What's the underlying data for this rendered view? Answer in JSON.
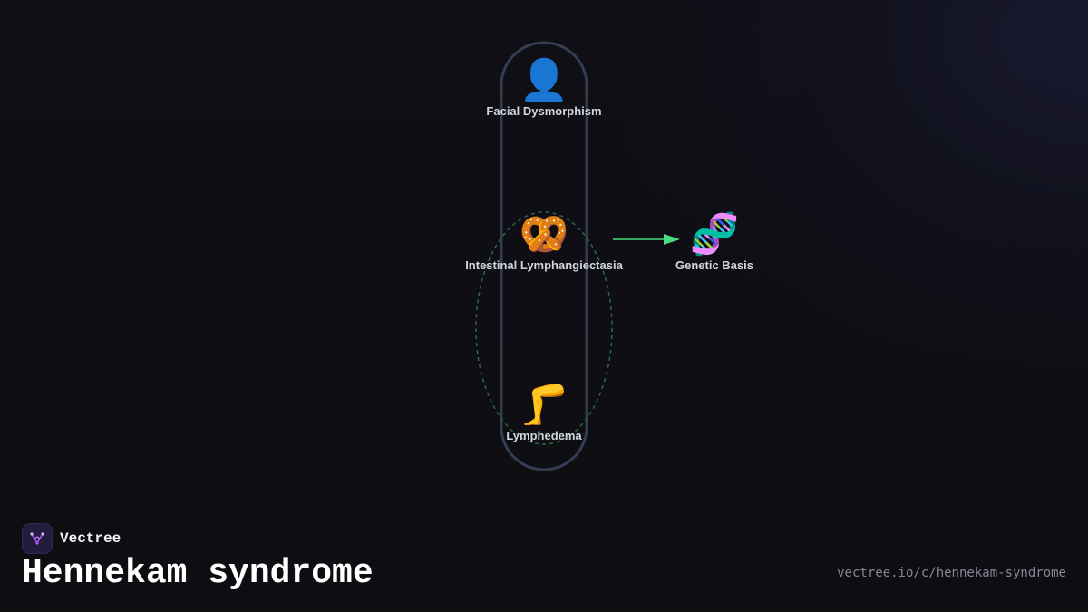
{
  "nodes": {
    "facial": {
      "icon": "👤",
      "icon_name": "person-icon",
      "label": "Facial Dysmorphism"
    },
    "intestinal": {
      "icon": "🥨",
      "icon_name": "pretzel-icon",
      "label": "Intestinal Lymphangiectasia"
    },
    "genetic": {
      "icon": "🧬",
      "icon_name": "dna-icon",
      "label": "Genetic Basis"
    },
    "lymphedema": {
      "icon": "🦵",
      "icon_name": "leg-icon",
      "label": "Lymphedema"
    }
  },
  "edges": [
    {
      "from": "Intestinal Lymphangiectasia",
      "to": "Genetic Basis"
    }
  ],
  "colors": {
    "group_outline": "#333d52",
    "dashed_group": "#2c6a48",
    "arrow": "#4ade80",
    "label": "#d2d6df",
    "background": "#0e0e13"
  },
  "footer": {
    "brand": "Vectree",
    "title": "Hennekam syndrome",
    "url": "vectree.io/c/hennekam-syndrome"
  }
}
